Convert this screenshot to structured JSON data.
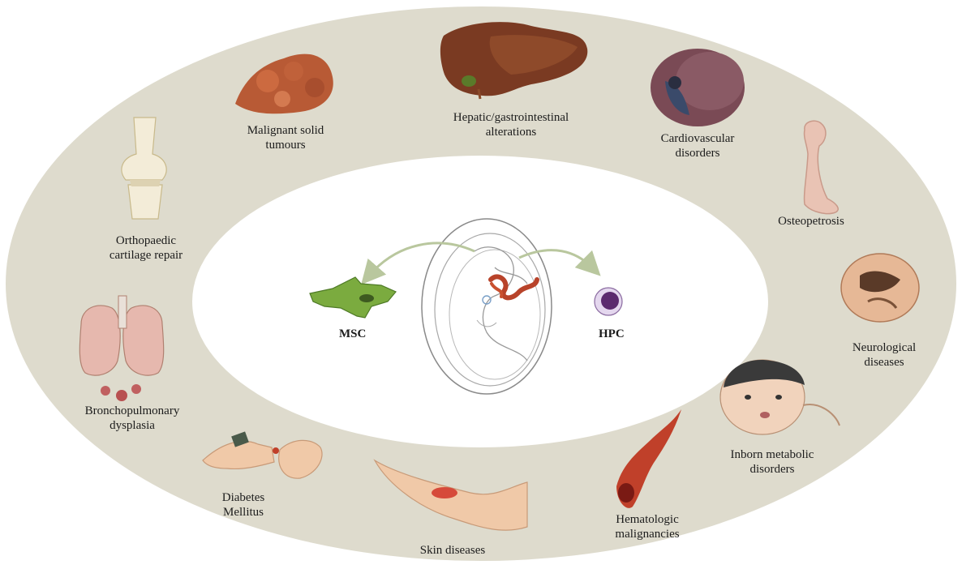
{
  "center": {
    "left_cell": "MSC",
    "right_cell": "HPC"
  },
  "conditions": [
    {
      "id": "malignant",
      "lines": [
        "Malignant solid",
        "tumours"
      ],
      "icon": "tumour-mass-icon"
    },
    {
      "id": "hepatic",
      "lines": [
        "Hepatic/gastrointestinal",
        "alterations"
      ],
      "icon": "liver-icon"
    },
    {
      "id": "cardio",
      "lines": [
        "Cardiovascular",
        "disorders"
      ],
      "icon": "heart-icon"
    },
    {
      "id": "osteo",
      "lines": [
        "Osteopetrosis"
      ],
      "icon": "femur-bone-icon"
    },
    {
      "id": "neuro",
      "lines": [
        "Neurological",
        "diseases"
      ],
      "icon": "brain-icon"
    },
    {
      "id": "inborn",
      "lines": [
        "Inborn metabolic",
        "disorders"
      ],
      "icon": "infant-icon"
    },
    {
      "id": "hemato",
      "lines": [
        "Hematologic",
        "malignancies"
      ],
      "icon": "blood-vessel-icon"
    },
    {
      "id": "skin",
      "lines": [
        "Skin diseases"
      ],
      "icon": "arm-wound-icon"
    },
    {
      "id": "diabetes",
      "lines": [
        "Diabetes",
        "Mellitus"
      ],
      "icon": "insulin-pen-icon"
    },
    {
      "id": "broncho",
      "lines": [
        "Bronchopulmonary",
        "dysplasia"
      ],
      "icon": "lungs-icon"
    },
    {
      "id": "ortho",
      "lines": [
        "Orthopaedic",
        "cartilage repair"
      ],
      "icon": "knee-joint-icon"
    }
  ],
  "colors": {
    "ring": "#dedbcd",
    "inner": "#ffffff",
    "tissue_red": "#b8432a",
    "msc_green": "#7bab3f",
    "hpc_purple": "#5b2a6e",
    "arrow": "#b9c79e"
  }
}
